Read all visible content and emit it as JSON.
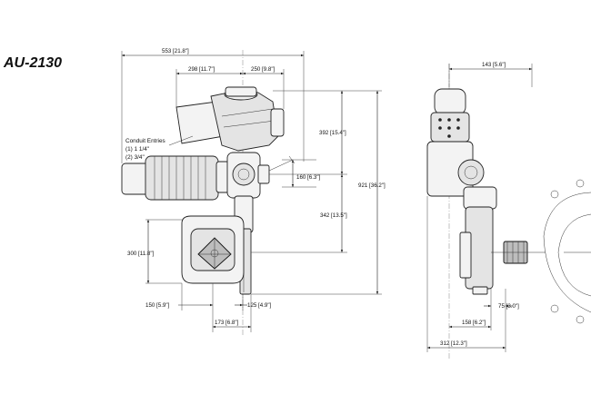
{
  "model": "AU-2130",
  "note": {
    "title": "Conduit Entries",
    "line1": "(1) 1 1/4\"",
    "line2": "(2) 3/4\""
  },
  "dimensions": {
    "d553": "553 [21.8\"]",
    "d298": "298 [11.7\"]",
    "d250": "250 [9.8\"]",
    "d392": "392 [15.4\"]",
    "d160": "160 [6.3\"]",
    "d921": "921 [36.2\"]",
    "d342": "342 [13.5\"]",
    "d300": "300 [11.8\"]",
    "d150": "150 [5.9\"]",
    "d125": "125 [4.9\"]",
    "d173": "173 [6.8\"]",
    "d143": "143 [5.6\"]",
    "d75": "75 [3.0\"]",
    "d158": "158 [6.2\"]",
    "d312": "312 [12.3\"]"
  }
}
